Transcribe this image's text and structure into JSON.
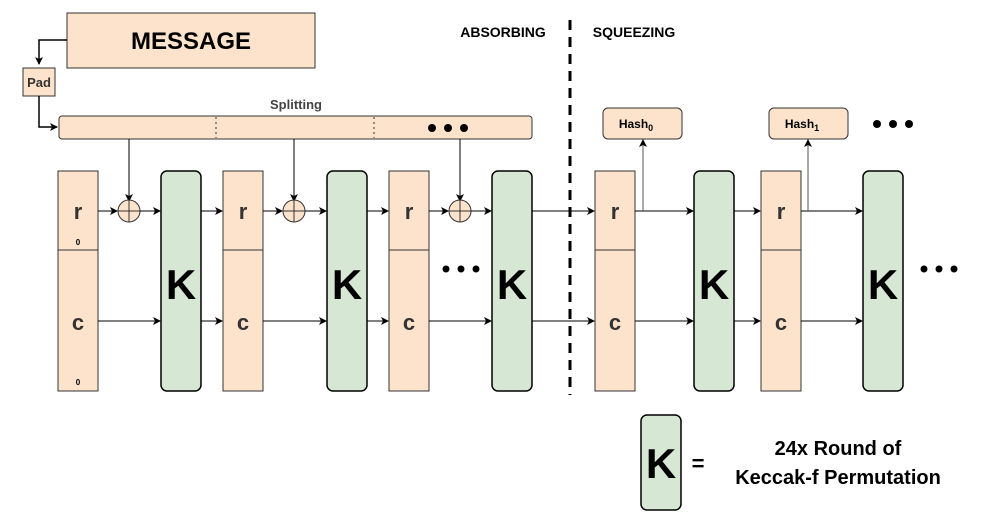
{
  "message": {
    "label": "MESSAGE"
  },
  "pad": {
    "label": "Pad"
  },
  "splitting": {
    "label": "Splitting",
    "dots": "●●●"
  },
  "phases": {
    "absorbing": "ABSORBING",
    "squeezing": "SQUEEZING"
  },
  "state": {
    "r": "r",
    "c": "c",
    "r0_sub": "0",
    "c0_sub": "0"
  },
  "permutation": {
    "label": "K"
  },
  "hash": [
    {
      "base": "Hash",
      "sub": "0"
    },
    {
      "base": "Hash",
      "sub": "1"
    }
  ],
  "ellipsis": "•••",
  "legend": {
    "symbol": "K",
    "equals": "=",
    "line1": "24x Round of",
    "line2": "Keccak-f Permutation"
  },
  "colors": {
    "peach": "#fde3cc",
    "green": "#d6e8d4",
    "stroke": "#333333"
  }
}
